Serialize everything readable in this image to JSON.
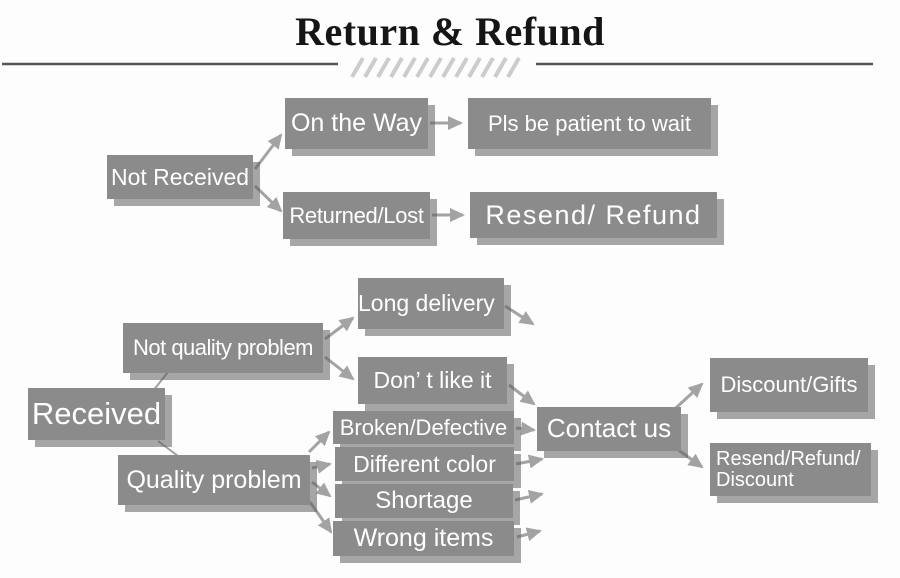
{
  "title": "Return & Refund",
  "colors": {
    "box_fill": "#8b8b8b",
    "box_text": "#ffffff",
    "box_shadow": "#5f5f5f",
    "arrow": "#a3a3a3",
    "divider_line": "#555555",
    "hatch": "#cccccc",
    "title_text": "#151515",
    "background": "#fdfdfd"
  },
  "flow_not_received": {
    "not_received": "Not Received",
    "on_the_way": "On the Way",
    "pls_wait": "Pls be patient to wait",
    "returned_lost": "Returned/Lost",
    "resend_refund": "Resend/ Refund"
  },
  "flow_received": {
    "received": "Received",
    "not_quality_problem": "Not quality problem",
    "long_delivery": "Long delivery",
    "dont_like_it": "Don’ t like it",
    "quality_problem": "Quality problem",
    "broken_defective": "Broken/Defective",
    "different_color": "Different color",
    "shortage": "Shortage",
    "wrong_items": "Wrong items",
    "contact_us": "Contact us",
    "discount_gifts": "Discount/Gifts",
    "resend_refund_discount_line1": "Resend/Refund/",
    "resend_refund_discount_line2": "Discount"
  }
}
